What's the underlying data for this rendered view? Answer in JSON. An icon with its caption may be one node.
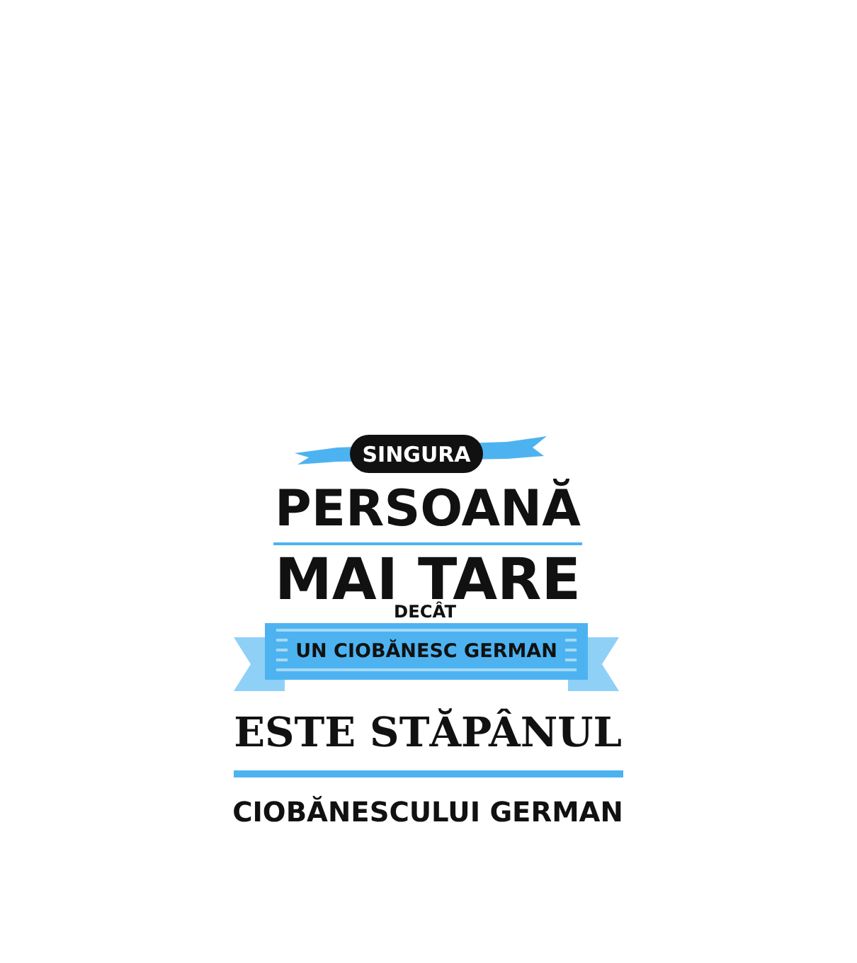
{
  "diagram": {
    "nodes": [
      {
        "text": [
          "SINGURA"
        ]
      },
      {
        "text": [
          "UN CIOBĂNESC GERMAN"
        ]
      }
    ],
    "labels": [
      "PERSOANĂ",
      "MAI TARE",
      "DECÂT",
      "ESTE STĂPÂNUL",
      "CIOBĂNESCULUI GERMAN"
    ]
  }
}
